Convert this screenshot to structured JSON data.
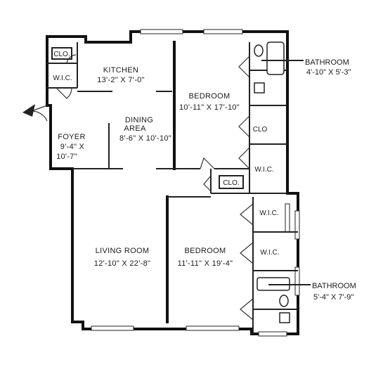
{
  "rooms": {
    "kitchen": {
      "name": "KITCHEN",
      "dims": "13'-2\" X 7'-0\""
    },
    "dining": {
      "name1": "DINING",
      "name2": "AREA",
      "dims": "8'-6\" X 10'-10\""
    },
    "foyer": {
      "name": "FOYER",
      "dims1": "9'-4\" X",
      "dims2": "10'-7\""
    },
    "bedroom1": {
      "name": "BEDROOM",
      "dims": "10'-11\" X 17'-10\""
    },
    "living": {
      "name": "LIVING ROOM",
      "dims": "12'-10\" X 22'-8\""
    },
    "bedroom2": {
      "name": "BEDROOM",
      "dims": "11'-11\" X 19'-4\""
    }
  },
  "closets": {
    "clo_top_left": "CLO.",
    "wic_left": "W.I.C.",
    "clo_bed1": "CLO",
    "wic_bed1": "W.I.C.",
    "clo_center": "CLO.",
    "wic_bed2a": "W.I.C.",
    "wic_bed2b": "W.I.C."
  },
  "bathrooms": {
    "top": {
      "name": "BATHROOM",
      "dims": "4'-10\" X 5'-3\""
    },
    "bottom": {
      "name": "BATHROOM",
      "dims": "5'-4\" X 7'-9\""
    }
  }
}
